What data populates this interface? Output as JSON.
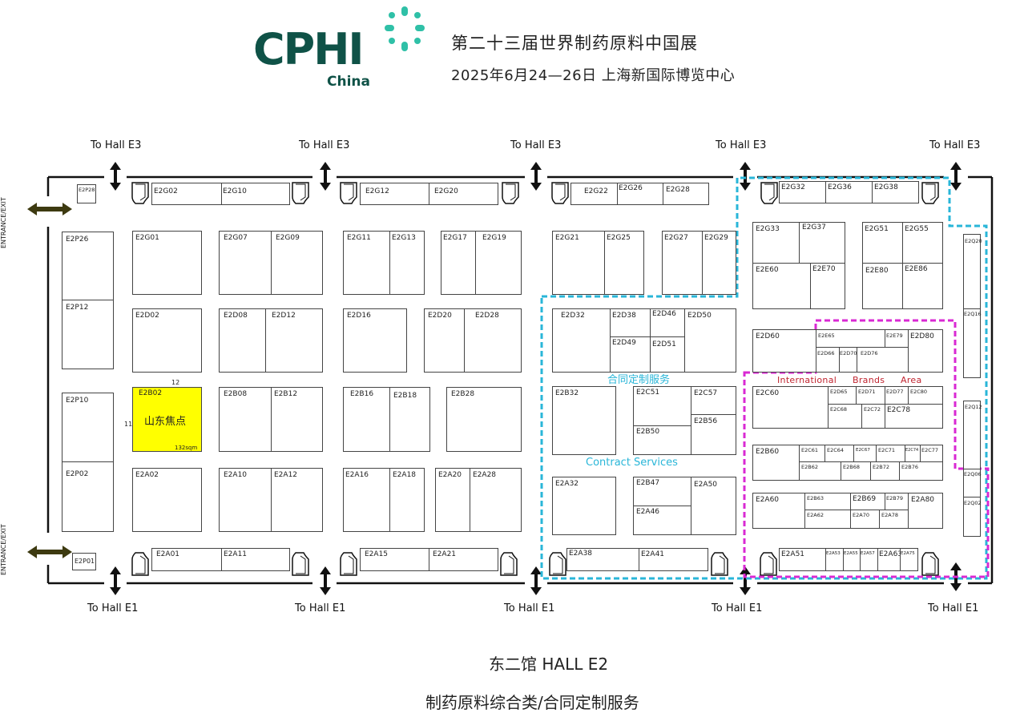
{
  "header": {
    "logo_text": "CPHI",
    "logo_sub": "China",
    "title": "第二十三届世界制药原料中国展",
    "subtitle": "2025年6月24—26日 上海新国际博览中心"
  },
  "colors": {
    "logo": "#0f5247",
    "logo_dots": "#2fc0a7",
    "highlight_booth": "#ffff00",
    "contract_border": "#29b6d8",
    "intl_border": "#d929d3",
    "intl_text": "#c0242f",
    "door_arrow": "#3d3a10"
  },
  "directions": {
    "top": [
      "To Hall E3",
      "To Hall E3",
      "To Hall E3",
      "To Hall E3",
      "To Hall E3"
    ],
    "bottom": [
      "To Hall E1",
      "To Hall E1",
      "To Hall E1",
      "To Hall E1",
      "To Hall E1"
    ],
    "entrance_top": "ENTRANCE/EXIT",
    "entrance_bottom": "ENTRANCE/EXIT"
  },
  "zones": {
    "contract_cn": "合同定制服务",
    "contract_en": "Contract Services",
    "intl_1": "International",
    "intl_2": "Brands",
    "intl_3": "Area"
  },
  "highlight": {
    "booth": "E2B02",
    "name": "山东焦点",
    "area": "132sqm",
    "dim_w": "12",
    "dim_h": "11"
  },
  "booths": {
    "E2P28": "E2P28",
    "E2P26": "E2P26",
    "E2P12": "E2P12",
    "E2P10": "E2P10",
    "E2P02": "E2P02",
    "E2P01": "E2P01",
    "E2G02": "E2G02",
    "E2G10": "E2G10",
    "E2G12": "E2G12",
    "E2G20": "E2G20",
    "E2G22": "E2G22",
    "E2G26": "E2G26",
    "E2G28": "E2G28",
    "E2G32": "E2G32",
    "E2G36": "E2G36",
    "E2G38": "E2G38",
    "E2G01": "E2G01",
    "E2G07": "E2G07",
    "E2G09": "E2G09",
    "E2G11": "E2G11",
    "E2G13": "E2G13",
    "E2G17": "E2G17",
    "E2G19": "E2G19",
    "E2G21": "E2G21",
    "E2G25": "E2G25",
    "E2G27": "E2G27",
    "E2G29": "E2G29",
    "E2G33": "E2G33",
    "E2G37": "E2G37",
    "E2G51": "E2G51",
    "E2G55": "E2G55",
    "E2E60": "E2E60",
    "E2E70": "E2E70",
    "E2E80": "E2E80",
    "E2E86": "E2E86",
    "E2D02": "E2D02",
    "E2D08": "E2D08",
    "E2D12": "E2D12",
    "E2D16": "E2D16",
    "E2D20": "E2D20",
    "E2D28": "E2D28",
    "E2D32": "E2D32",
    "E2D38": "E2D38",
    "E2D46": "E2D46",
    "E2D50": "E2D50",
    "E2D49": "E2D49",
    "E2D51": "E2D51",
    "E2D60": "E2D60",
    "E2E65": "E2E65",
    "E2E79": "E2E79",
    "E2D80": "E2D80",
    "E2D66": "E2D66",
    "E2D70": "E2D70",
    "E2D76": "E2D76",
    "E2B08": "E2B08",
    "E2B12": "E2B12",
    "E2B16": "E2B16",
    "E2B18": "E2B18",
    "E2B28": "E2B28",
    "E2B32": "E2B32",
    "E2C51": "E2C51",
    "E2C57": "E2C57",
    "E2B56": "E2B56",
    "E2B50": "E2B50",
    "E2C60": "E2C60",
    "E2D65": "E2D65",
    "E2D71": "E2D71",
    "E2D77": "E2D77",
    "E2C80": "E2C80",
    "E2C68": "E2C68",
    "E2C72": "E2C72",
    "E2C78": "E2C78",
    "E2B60": "E2B60",
    "E2C61": "E2C61",
    "E2C64": "E2C64",
    "E2C67": "E2C67",
    "E2C71": "E2C71",
    "E2C74": "E2C74",
    "E2C77": "E2C77",
    "E2B62": "E2B62",
    "E2B68": "E2B68",
    "E2B72": "E2B72",
    "E2B76": "E2B76",
    "E2A02": "E2A02",
    "E2A10": "E2A10",
    "E2A12": "E2A12",
    "E2A16": "E2A16",
    "E2A18": "E2A18",
    "E2A20": "E2A20",
    "E2A28": "E2A28",
    "E2A32": "E2A32",
    "E2B47": "E2B47",
    "E2A50": "E2A50",
    "E2A46": "E2A46",
    "E2A60": "E2A60",
    "E2B63": "E2B63",
    "E2B69": "E2B69",
    "E2B79": "E2B79",
    "E2A80": "E2A80",
    "E2A62": "E2A62",
    "E2A70": "E2A70",
    "E2A78": "E2A78",
    "E2A01": "E2A01",
    "E2A11": "E2A11",
    "E2A15": "E2A15",
    "E2A21": "E2A21",
    "E2A38": "E2A38",
    "E2A41": "E2A41",
    "E2A51": "E2A51",
    "E2A53": "E2A53",
    "E2A55": "E2A55",
    "E2A57": "E2A57",
    "E2A63": "E2A63",
    "E2A75": "E2A75",
    "E2Q20": "E2Q20",
    "E2Q16": "E2Q16",
    "E2Q12": "E2Q12",
    "E2Q06": "E2Q06",
    "E2Q02": "E2Q02"
  },
  "footer": {
    "hall": "东二馆 HALL E2",
    "category": "制药原料综合类/合同定制服务"
  }
}
